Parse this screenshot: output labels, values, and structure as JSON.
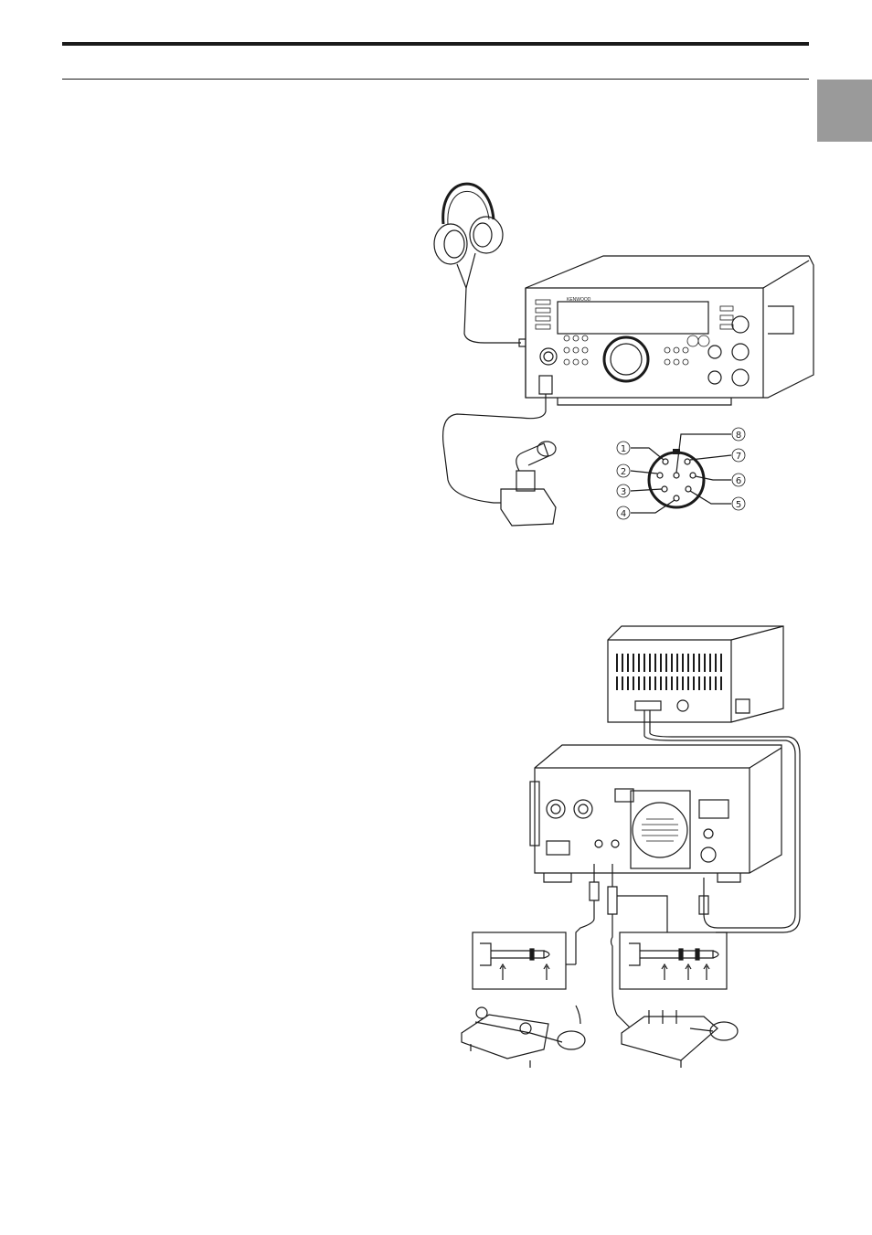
{
  "header": {
    "tab_color": "#9a9a9a"
  },
  "figure_top": {
    "brand": "KENWOOD",
    "pins": [
      "1",
      "2",
      "3",
      "4",
      "5",
      "6",
      "7",
      "8"
    ]
  },
  "figure_bottom": {}
}
